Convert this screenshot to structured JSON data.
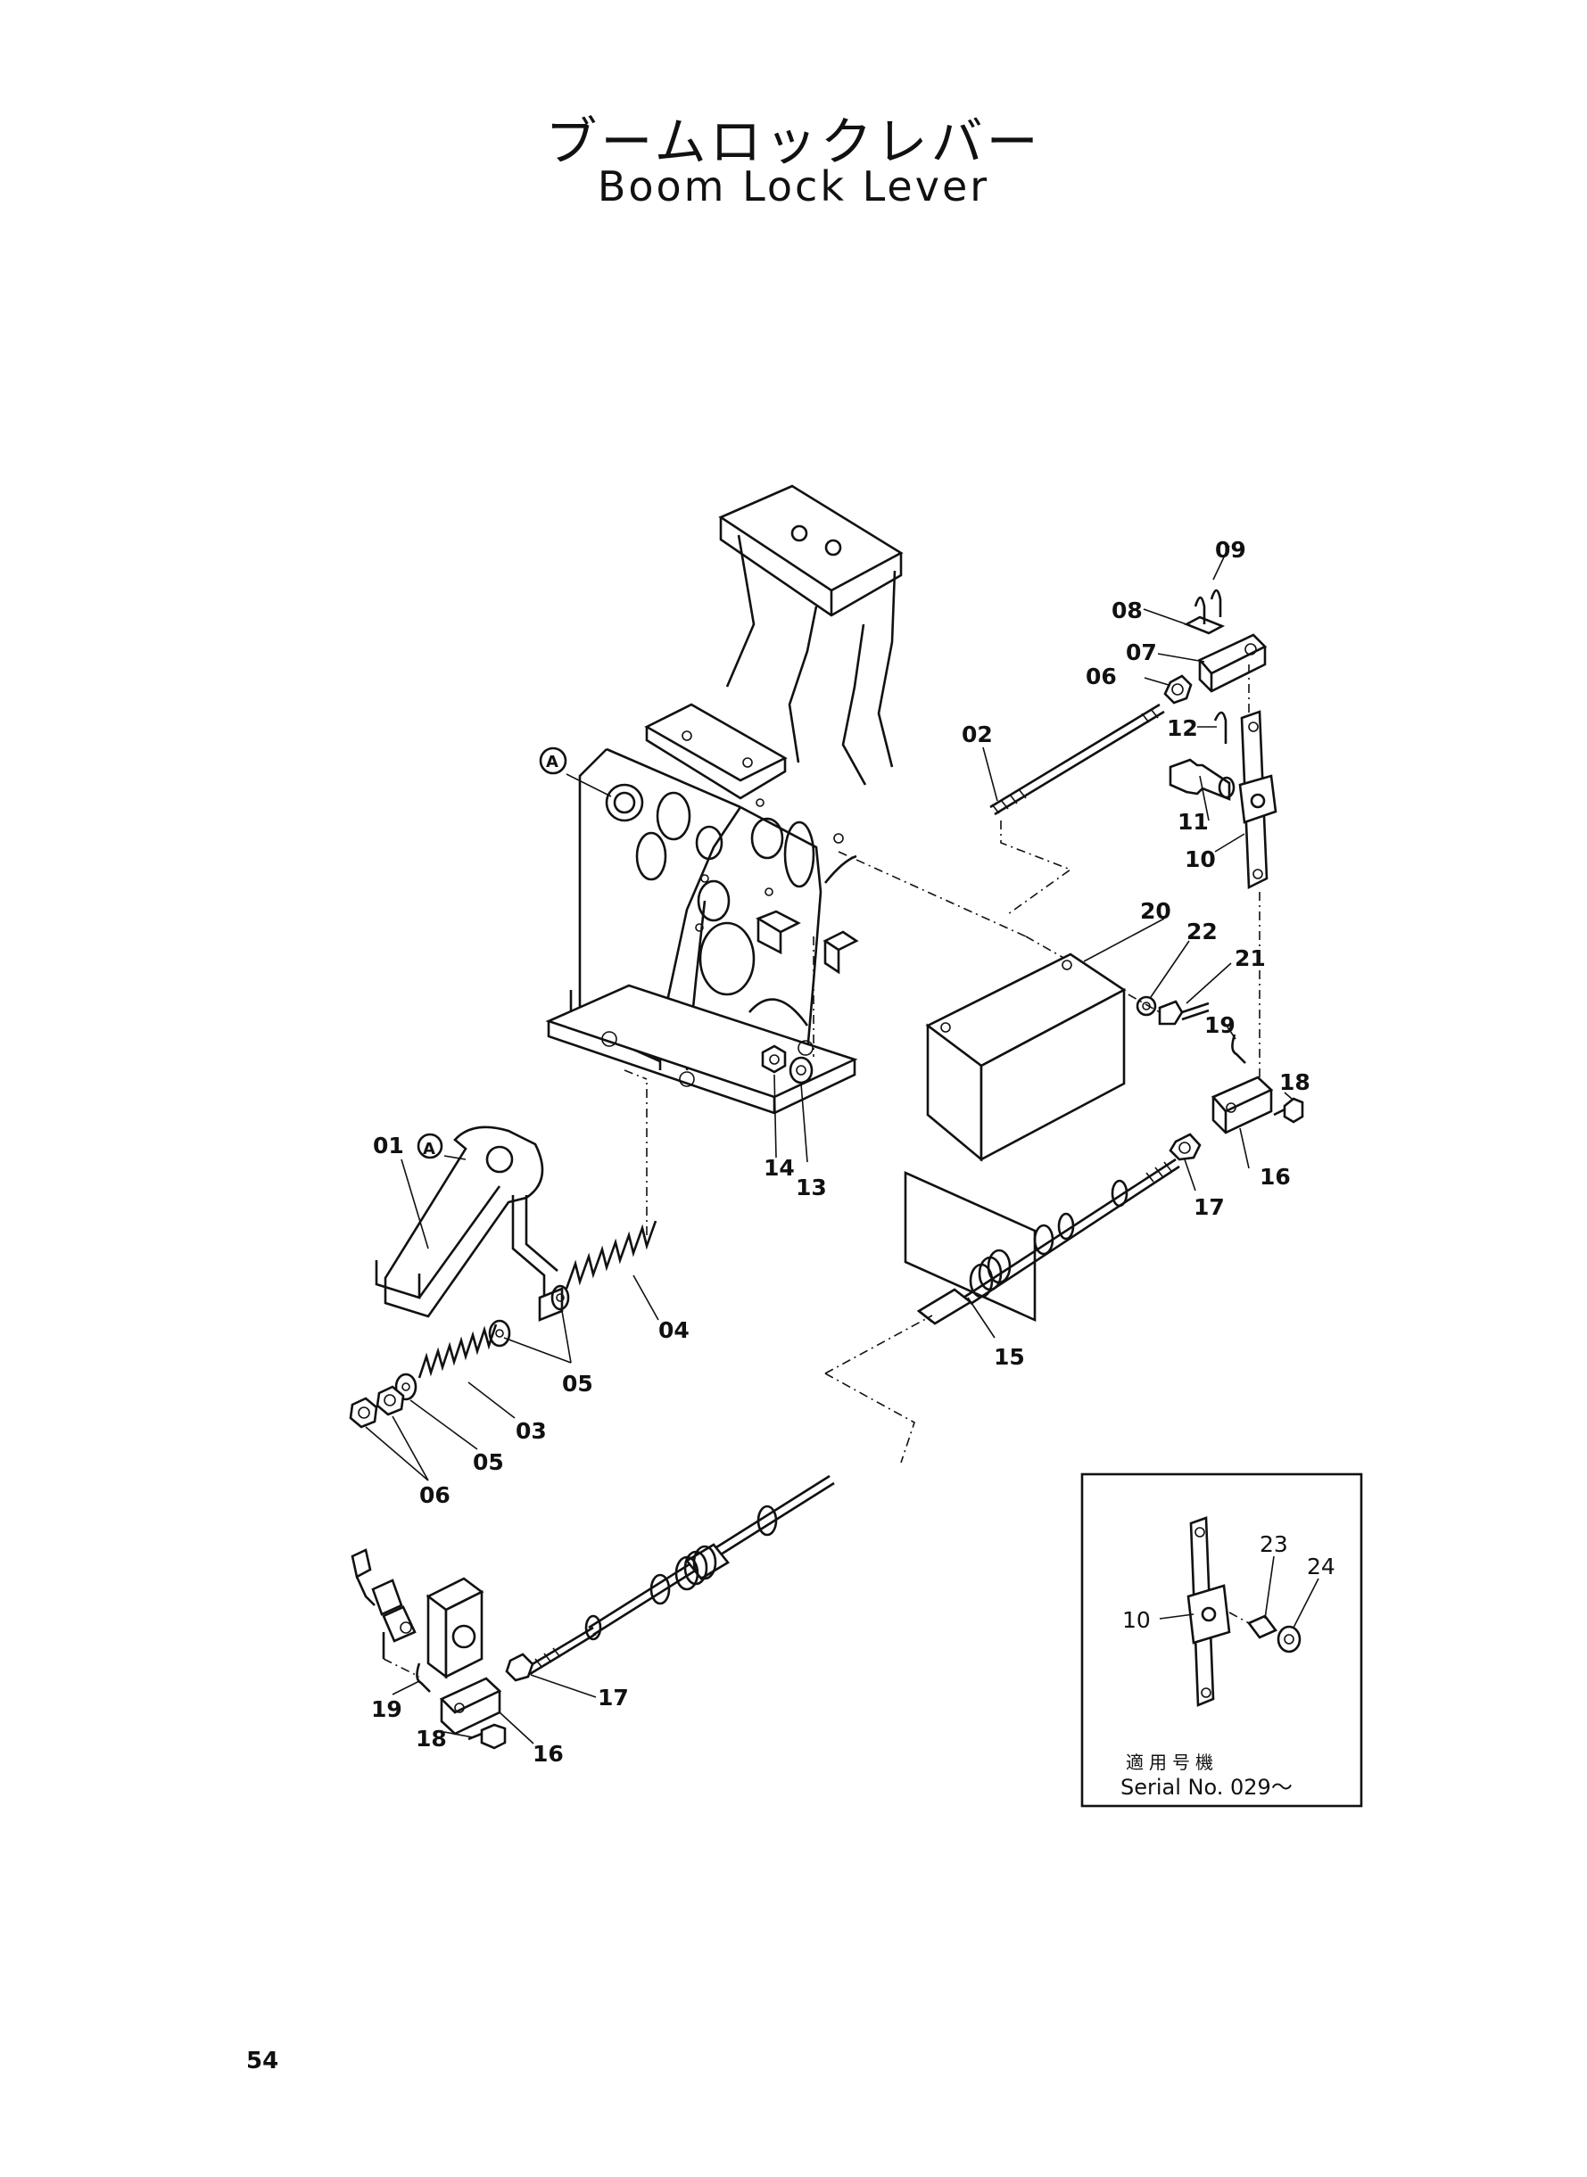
{
  "title": {
    "japanese": "ブームロックレバー",
    "english": "Boom Lock Lever"
  },
  "parts": [
    {
      "ref": "09"
    },
    {
      "ref": "08"
    },
    {
      "ref": "07"
    },
    {
      "ref": "06"
    },
    {
      "ref": "02"
    },
    {
      "ref": "12"
    },
    {
      "ref": "11"
    },
    {
      "ref": "10"
    },
    {
      "ref": "20"
    },
    {
      "ref": "22"
    },
    {
      "ref": "21"
    },
    {
      "ref": "19"
    },
    {
      "ref": "18"
    },
    {
      "ref": "14"
    },
    {
      "ref": "13"
    },
    {
      "ref": "01"
    },
    {
      "ref": "A"
    },
    {
      "ref": "16"
    },
    {
      "ref": "17"
    },
    {
      "ref": "04"
    },
    {
      "ref": "15"
    },
    {
      "ref": "05"
    },
    {
      "ref": "03"
    },
    {
      "ref": "05"
    },
    {
      "ref": "06"
    },
    {
      "ref": "19"
    },
    {
      "ref": "17"
    },
    {
      "ref": "18"
    },
    {
      "ref": "16"
    },
    {
      "ref": "A"
    }
  ],
  "inset": {
    "parts": [
      {
        "ref": "23"
      },
      {
        "ref": "24"
      },
      {
        "ref": "10"
      }
    ],
    "applicable_label": "適用号機",
    "serial_label": "Serial No. 029～"
  },
  "page_number": "54"
}
